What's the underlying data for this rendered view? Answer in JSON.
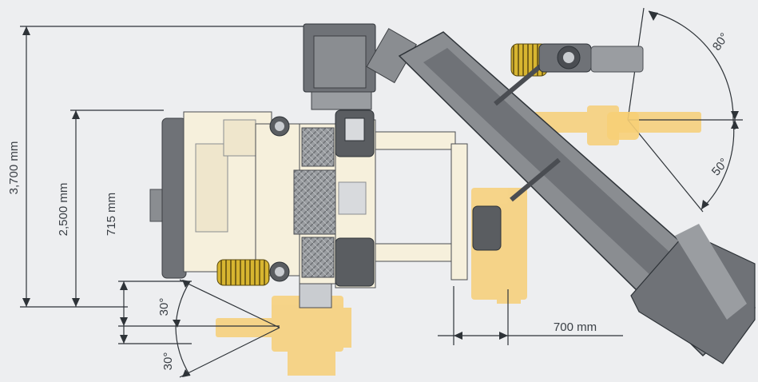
{
  "dimensions": {
    "total_height": "3,700 mm",
    "body_height": "2,500 mm",
    "offset_height": "715 mm",
    "lateral_shift": "700 mm"
  },
  "angles": {
    "upper_left": "30°",
    "lower_left": "30°",
    "upper_right": "80°",
    "lower_right": "50°"
  },
  "colors": {
    "machine_gray": "#8a8d91",
    "dark_gray": "#4a4d52",
    "cream": "#f6f0dc",
    "ghost_orange": "#f7cf77",
    "yellow": "#d7b530",
    "dim_line": "#2e3338",
    "background": "#edeef0"
  }
}
